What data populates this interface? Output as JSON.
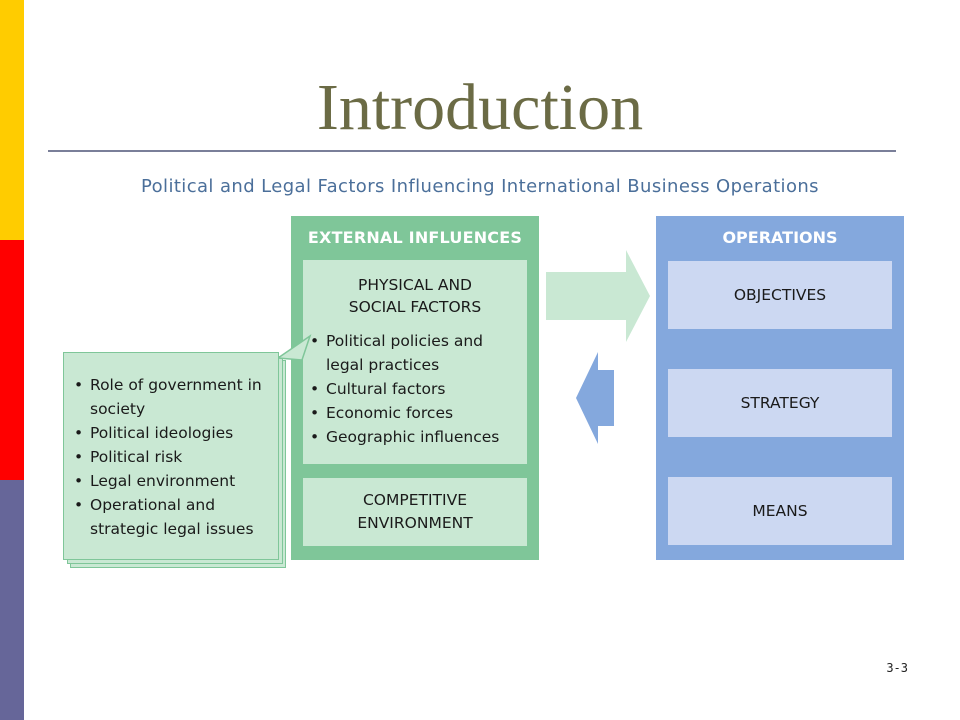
{
  "slide": {
    "title": "Introduction",
    "subtitle": "Political and Legal Factors Influencing International Business Operations",
    "slide_number": "3-3",
    "accent_colors": [
      "#ffcc00",
      "#ff0000",
      "#666699"
    ]
  },
  "diagram": {
    "external_influences": {
      "header": "EXTERNAL INFLUENCES",
      "physical_social": {
        "title_line1": "PHYSICAL AND",
        "title_line2": "SOCIAL FACTORS",
        "items": [
          "Political policies and legal practices",
          "Cultural factors",
          "Economic forces",
          "Geographic influences"
        ]
      },
      "competitive": {
        "title_line1": "COMPETITIVE",
        "title_line2": "ENVIRONMENT"
      },
      "color": "#7fc699"
    },
    "operations": {
      "header": "OPERATIONS",
      "boxes": [
        "OBJECTIVES",
        "STRATEGY",
        "MEANS"
      ],
      "color": "#84a8dd"
    },
    "political_legal_note": {
      "items": [
        "Role of government in society",
        "Political ideologies",
        "Political risk",
        "Legal environment",
        "Operational and strategic legal issues"
      ]
    }
  }
}
